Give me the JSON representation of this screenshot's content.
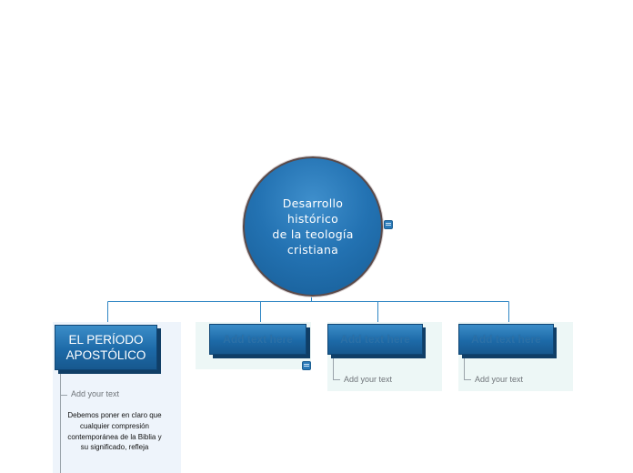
{
  "root": {
    "title": "Desarrollo\nhistórico\nde la teología\ncristiana"
  },
  "branches": [
    {
      "label": "EL PERÍODO APOSTÓLICO",
      "sub_label": "Add your text",
      "note": "Debemos poner en claro que cualquier compresión contemporánea de la Biblia y su significado, refleja"
    },
    {
      "label": "Add text here"
    },
    {
      "label": "Add text here",
      "sub_label": "Add your text"
    },
    {
      "label": "Add text here",
      "sub_label": "Add your text"
    }
  ],
  "colors": {
    "root_fill": "#2372b2",
    "box_fill": "#1d6aa8",
    "connector": "#2f86c4",
    "panel": "#edf7f6"
  }
}
